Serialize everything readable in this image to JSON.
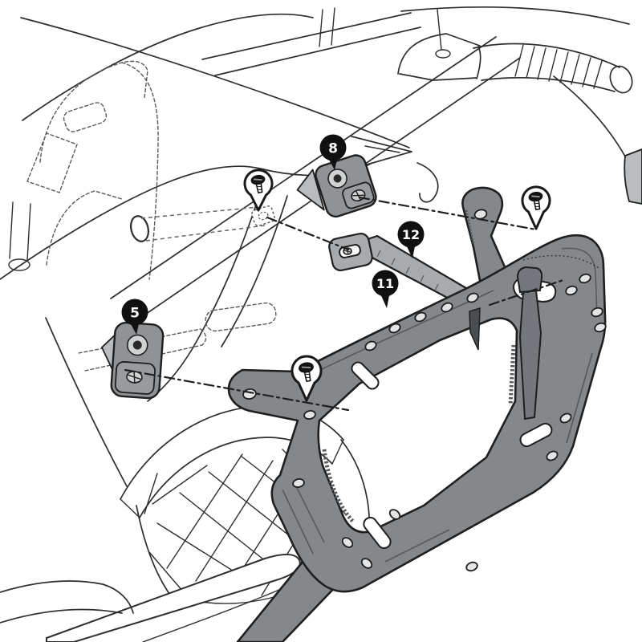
{
  "figure": {
    "kind": "exploded-assembly-diagram",
    "subject": "Motorcycle side-case carrier bracket installation",
    "background_color": "#ffffff"
  },
  "colors": {
    "outline": "#1f1f1f",
    "line_art": "#2e2e2e",
    "hidden_line": "#5a5a5a",
    "plate_fill": "#84888b",
    "strap_fill": "#a7abae",
    "bracket_fill": "#8f9396",
    "wing_fill": "#b9bcbe",
    "washer_fill": "#cfd2d3",
    "hole_fill": "#e3e4e5",
    "callout_bg": "#101010",
    "callout_text": "#ffffff",
    "balloon_bg": "#ffffff"
  },
  "callouts": [
    {
      "label": "5",
      "target": "left-mounting-bracket"
    },
    {
      "label": "8",
      "target": "upper-mounting-bracket"
    },
    {
      "label": "11",
      "target": "carrier-plate"
    },
    {
      "label": "12",
      "target": "support-strap"
    }
  ],
  "fasteners": [
    {
      "name": "screw-balloon-upper",
      "icon": "pan-head-screw-icon"
    },
    {
      "name": "screw-balloon-right",
      "icon": "pan-head-screw-icon"
    },
    {
      "name": "screw-balloon-center",
      "icon": "pan-head-screw-icon"
    }
  ]
}
